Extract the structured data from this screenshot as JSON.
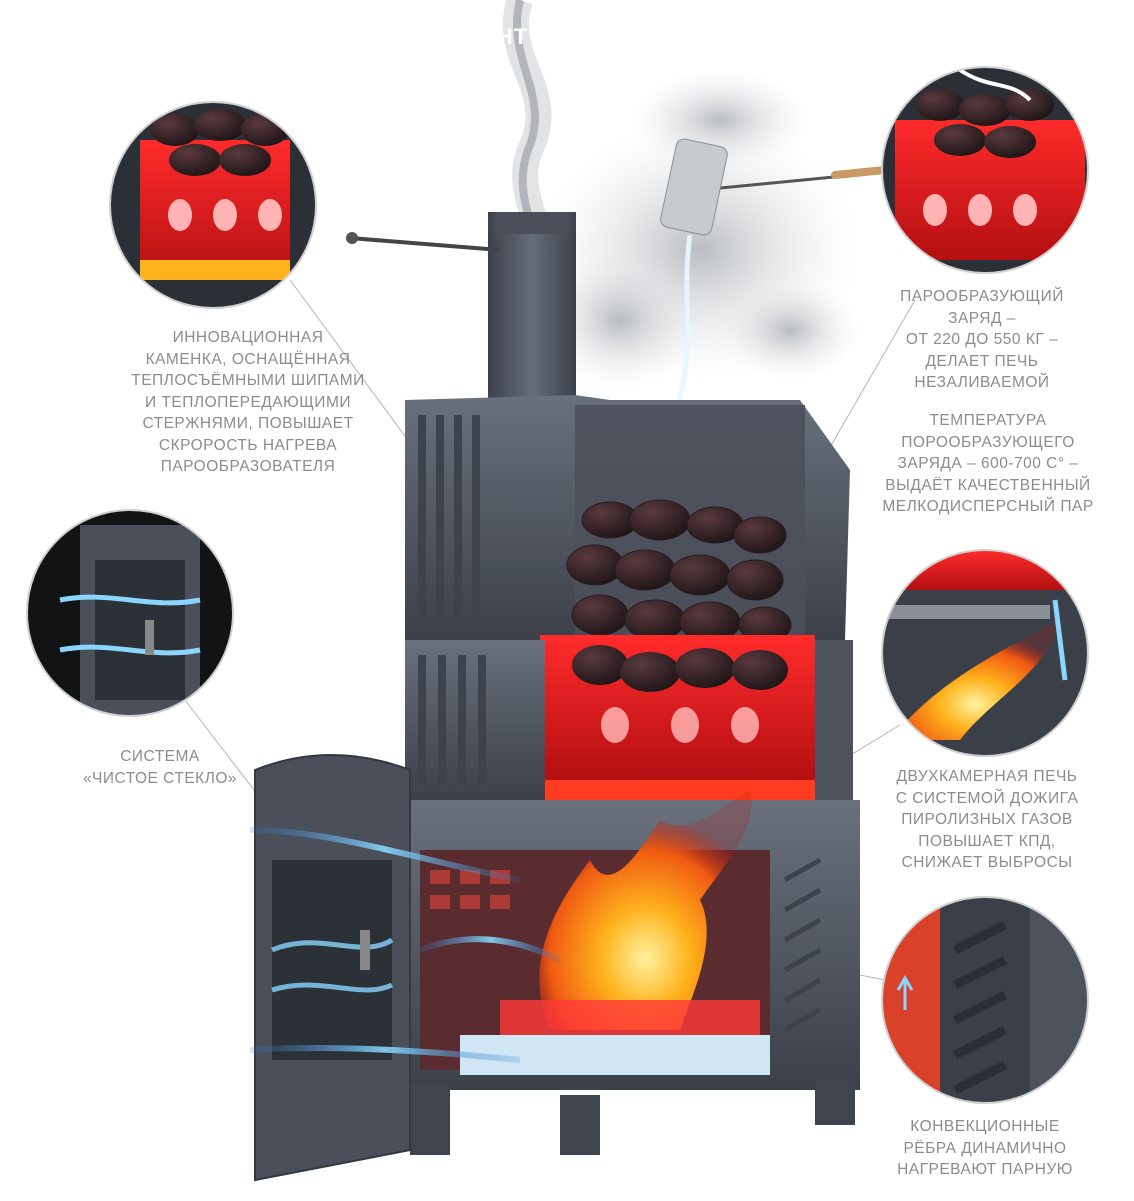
{
  "colors": {
    "iron": "#565c68",
    "iron_dark": "#3a3f49",
    "fire_red": "#e5141b",
    "flame": "#ffb21c",
    "air_blue": "#6fc6ff",
    "steam": "#cfd3d6",
    "caption": "#8c8c8c"
  },
  "top_word": "АНТ",
  "captions": {
    "kamenka": "ИННОВАЦИОННАЯ\nКАМЕНКА, ОСНАЩЁННАЯ\nТЕПЛОСЪЁМНЫМИ ШИПАМИ\nИ ТЕПЛОПЕРЕДАЮЩИМИ\nСТЕРЖНЯМИ, ПОВЫШАЕТ\nСКРОРОСТЬ НАГРЕВА\nПАРООБРАЗОВАТЕЛЯ",
    "zaryad": "ПАРООБРАЗУЮЩИЙ\nЗАРЯД –\nОТ 220 ДО 550 КГ –\nДЕЛАЕТ ПЕЧЬ\nНЕЗАЛИВАЕМОЙ",
    "temperatura": "ТЕМПЕРАТУРА\nПОРООБРАЗУЮЩЕГО\nЗАРЯДА – 600-700 С° –\nВЫДАЁТ КАЧЕСТВЕННЫЙ\nМЕЛКОДИСПЕРСНЫЙ ПАР",
    "steklo": "СИСТЕМА\n«ЧИСТОЕ СТЕКЛО»",
    "dvuhkamernaya": "ДВУХКАМЕРНАЯ ПЕЧЬ\nС СИСТЕМОЙ ДОЖИГА\nПИРОЛИЗНЫХ ГАЗОВ\nПОВЫШАЕТ КПД,\nСНИЖАЕТ ВЫБРОСЫ",
    "konvekcionnye": "КОНВЕКЦИОННЫЕ\nРЁБРА ДИНАМИЧНО\nНАГРЕВАЮТ ПАРНУЮ"
  },
  "zoom_circles": [
    {
      "id": "kamenka-detail",
      "icon": "stones-heater-icon"
    },
    {
      "id": "steam-charge-detail",
      "icon": "water-on-stones-icon"
    },
    {
      "id": "glass-door-detail",
      "icon": "door-airflow-icon"
    },
    {
      "id": "afterburn-detail",
      "icon": "flame-channel-icon"
    },
    {
      "id": "convection-ribs-detail",
      "icon": "ribs-airflow-icon"
    }
  ]
}
